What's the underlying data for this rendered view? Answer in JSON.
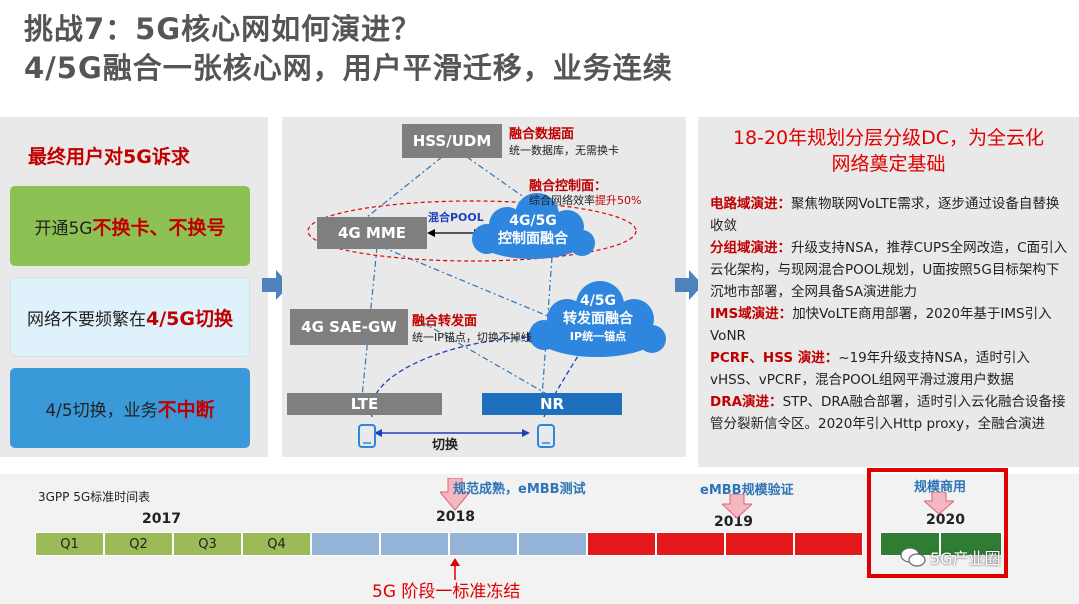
{
  "title": {
    "line1": "挑战7：5G核心网如何演进？",
    "line2": "4/5G融合一张核心网，用户平滑迁移，业务连续"
  },
  "left_panel": {
    "heading": "最终用户对5G诉求",
    "boxes": [
      {
        "prefix": "开通5G",
        "highlight": "不换卡、不换号",
        "color": "#8dc153"
      },
      {
        "prefix": "网络不要频繁在",
        "highlight": "4/5G切换",
        "color": "#dff1fb"
      },
      {
        "prefix": "4/5切换，业务",
        "highlight": "不中断",
        "color": "#3a9ad9"
      }
    ]
  },
  "diagram": {
    "hss": "HSS/UDM",
    "hss_title": "融合数据面",
    "hss_desc": "统一数据库，无需换卡",
    "ctrl_title": "融合控制面：",
    "ctrl_desc": "综合网络效率",
    "ctrl_desc_hl": "提升50%",
    "mme": "4G MME",
    "pool": "混合POOL",
    "cloud_ctrl_line1": "4G/5G",
    "cloud_ctrl_line2": "控制面融合",
    "sae": "4G SAE-GW",
    "fwd_title": "融合转发面",
    "fwd_desc": "统一IP锚点，切换不掉线",
    "cloud_fwd_line1": "4/5G",
    "cloud_fwd_line2": "转发面融合",
    "cloud_fwd_line3": "IP统一锚点",
    "lte": "LTE",
    "nr": "NR",
    "handover": "切换",
    "phone_icons": [
      "phone-icon",
      "phone-icon"
    ]
  },
  "right_panel": {
    "heading_line1": "18-20年规划分层分级DC，为全云化",
    "heading_line2": "网络奠定基础",
    "items": [
      {
        "key": "电路域演进：",
        "text": "聚焦物联网VoLTE需求，逐步通过设备自替换收敛"
      },
      {
        "key": "分组域演进：",
        "text": "升级支持NSA，推荐CUPS全网改造，C面引入云化架构，与现网混合POOL规划，U面按照5G目标架构下沉地市部署，全网具备SA演进能力"
      },
      {
        "key": "IMS域演进：",
        "text": "加快VoLTE商用部署，2020年基于IMS引入VoNR"
      },
      {
        "key": "PCRF、HSS 演进：",
        "text": "~19年升级支持NSA，适时引入vHSS、vPCRF，混合POOL组网平滑过渡用户数据"
      },
      {
        "key": "DRA演进：",
        "text": "STP、DRA融合部署，适时引入云化融合设备接管分裂新信令区。2020年引入Http proxy，全融合演进"
      }
    ]
  },
  "timeline": {
    "label": "3GPP 5G标准时间表",
    "years": [
      "2017",
      "2018",
      "2019",
      "2020"
    ],
    "quarters": [
      "Q1",
      "Q2",
      "Q3",
      "Q4"
    ],
    "milestone_2018": "规范成熟，eMBB测试",
    "milestone_2019": "eMBB规模验证",
    "milestone_2020": "规模商用",
    "freeze": "5G 阶段一标准冻结",
    "watermark": "5G产业圈",
    "colors": {
      "green": "#9bbb59",
      "blue": "#95b3d7",
      "red": "#e31a1c",
      "dark_green": "#2e7d32",
      "box_red": "#e00000"
    }
  }
}
